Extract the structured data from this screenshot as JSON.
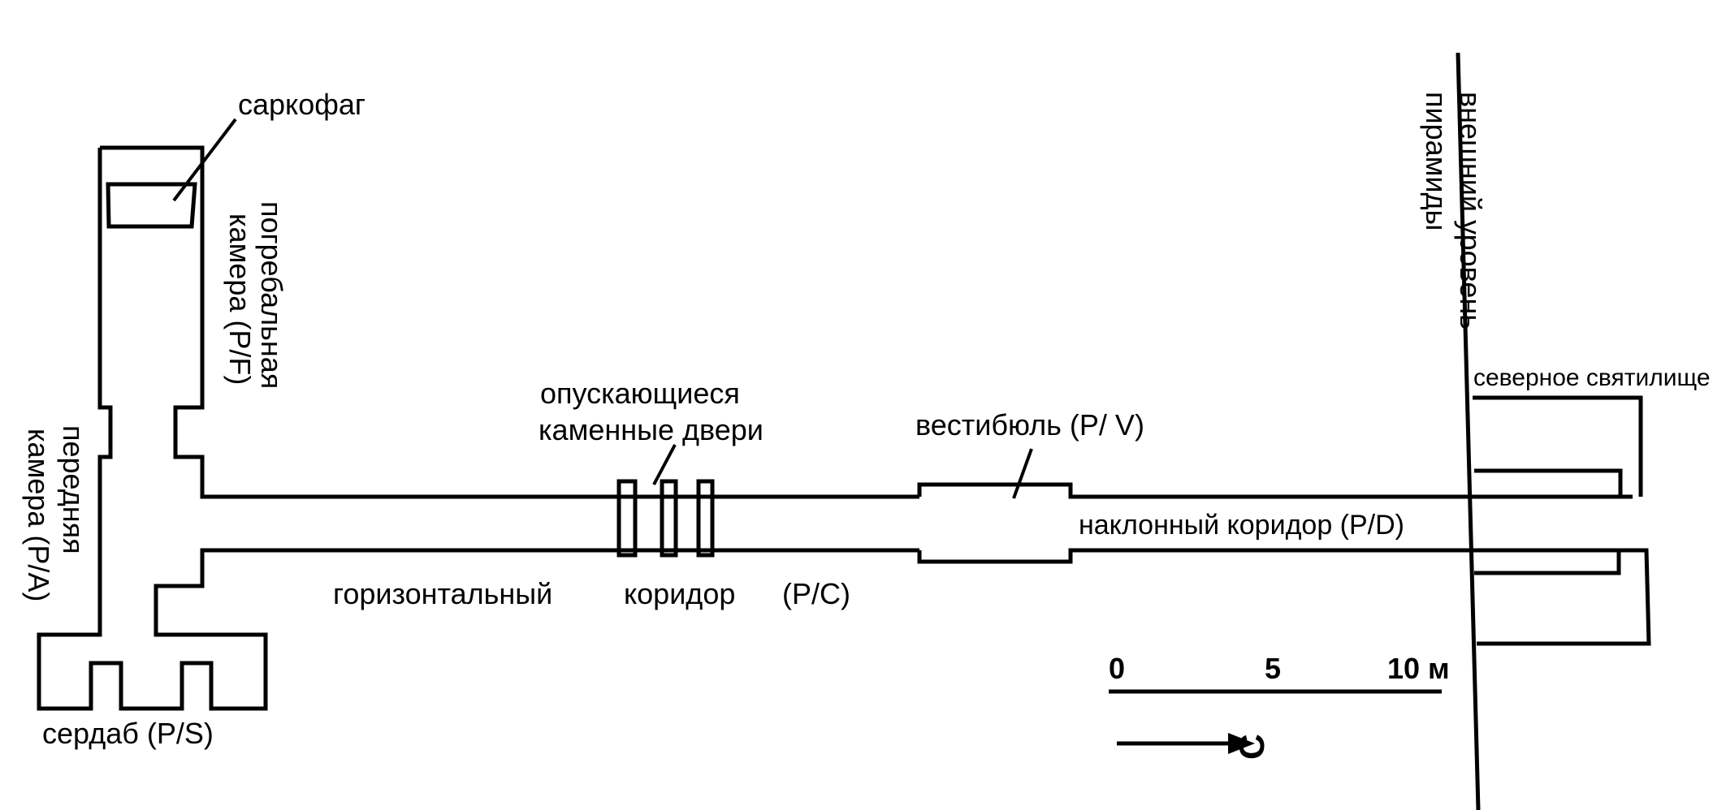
{
  "labels": {
    "sarcophagus": "саркофаг",
    "burial_chamber_line1": "погребальная",
    "burial_chamber_line2": "камера (P/F)",
    "front_chamber_line1": "передняя",
    "front_chamber_line2": "камера (P/A)",
    "serdab": "сердаб (P/S)",
    "doors_line1": "опускающиеся",
    "doors_line2": "каменные двери",
    "vestibule": "вестибюль (P/ V)",
    "descending_corridor": "наклонный коридор (P/D)",
    "horizontal_word1": "горизонтальный",
    "horizontal_word2": "коридор",
    "horizontal_code": "(P/C)",
    "north_shrine": "северное святилище",
    "outer_level_line1": "внешний уровень",
    "outer_level_line2": "пирамиды"
  },
  "scale_bar": {
    "ticks": [
      "0",
      "5",
      "10 м"
    ]
  },
  "north_arrow": {
    "label": "С"
  },
  "colors": {
    "ink": "#000000",
    "background": "#ffffff"
  }
}
